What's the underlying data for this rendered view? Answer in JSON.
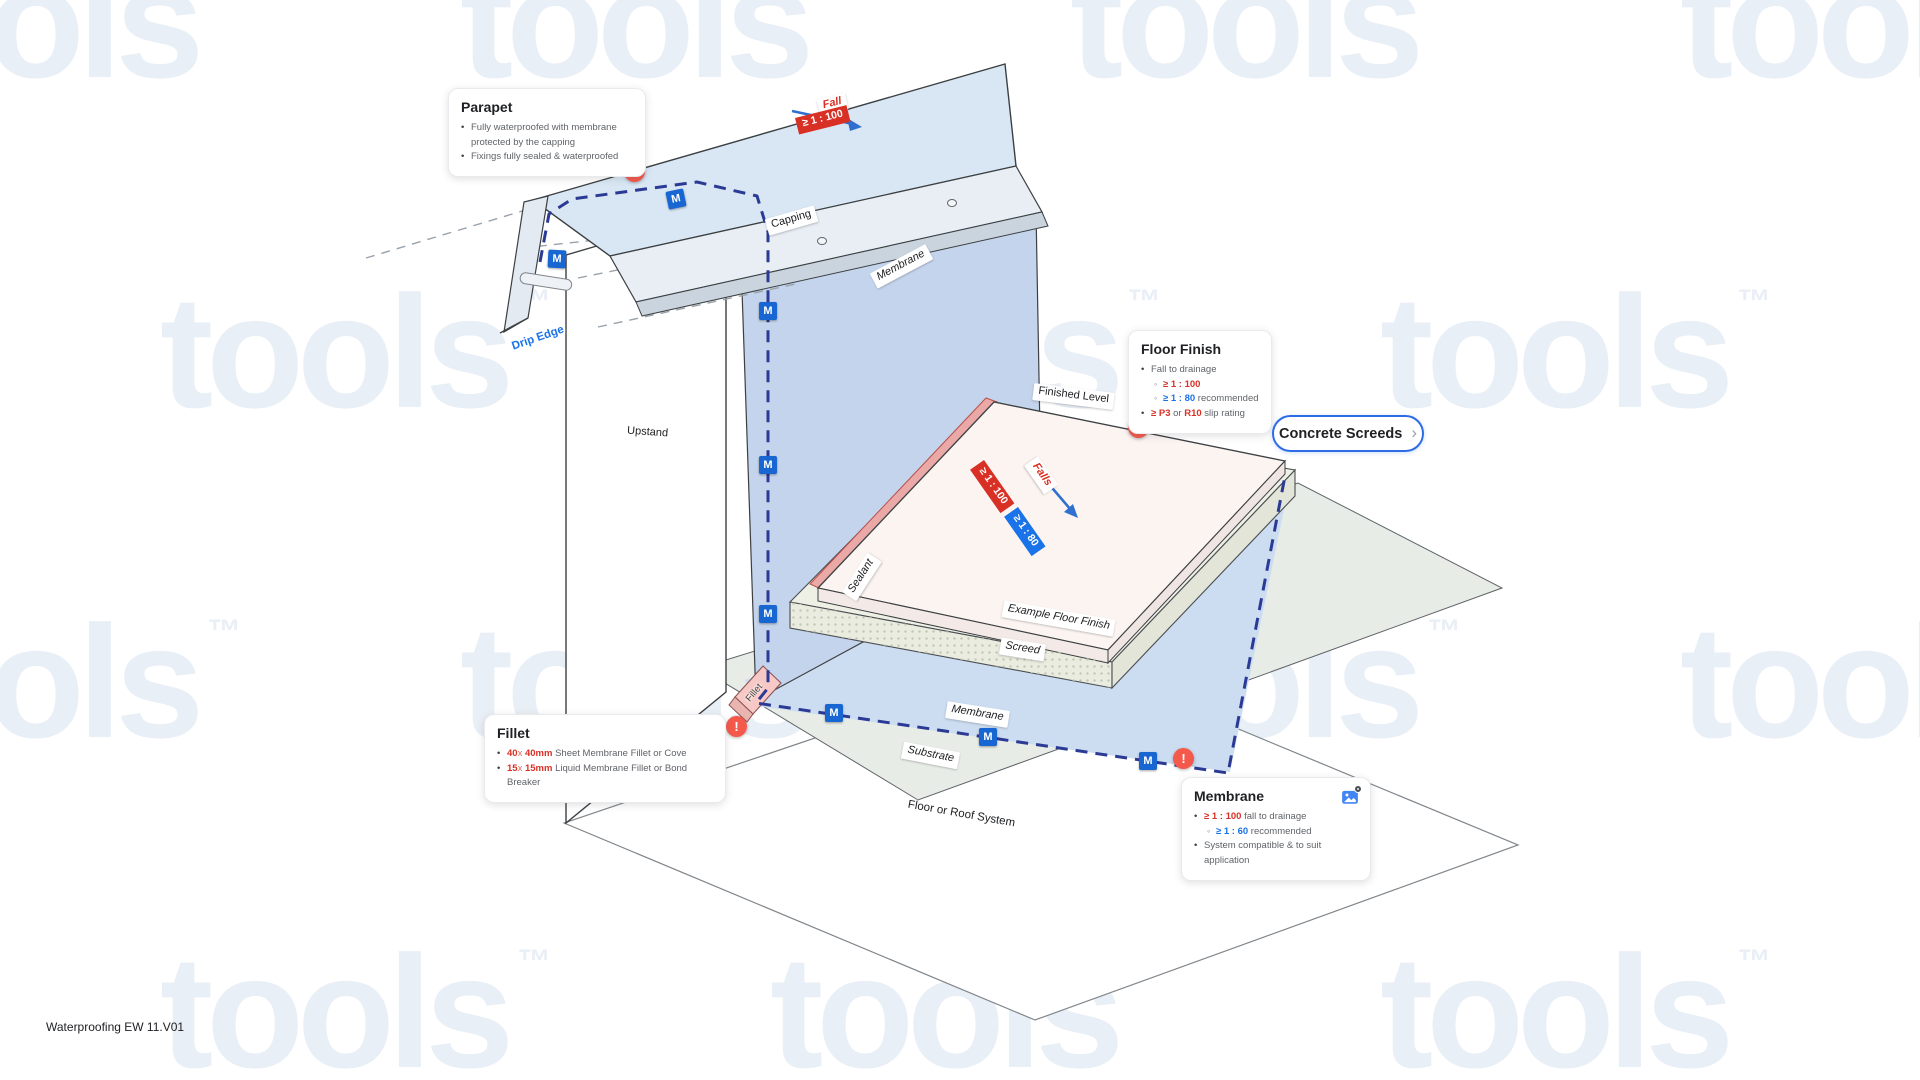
{
  "title_block": {
    "version_label": "Waterproofing EW 11.V01"
  },
  "watermark": {
    "text": "tools",
    "tm": "™"
  },
  "labels": {
    "fall": "Fall",
    "fall_ratio": "≥ 1 : 100",
    "capping": "Capping",
    "membrane_wall": "Membrane",
    "drip_edge": "Drip Edge",
    "upstand": "Upstand",
    "finished_level": "Finished Level",
    "falls": "Falls",
    "falls_ratio_primary": "≥ 1 : 100",
    "falls_ratio_secondary": "≥ 1 : 80",
    "sealant": "Sealant",
    "example_floor_finish": "Example Floor Finish",
    "screed": "Screed",
    "membrane_floor": "Membrane",
    "substrate": "Substrate",
    "floor_or_roof_system": "Floor or Roof System",
    "fillet_wedge": "Fillet",
    "marker": "M",
    "alert": "!"
  },
  "callouts": {
    "parapet": {
      "title": "Parapet",
      "bullet_1": "Fully waterproofed with membrane protected by the capping",
      "bullet_2": "Fixings fully sealed & waterproofed"
    },
    "floor_finish": {
      "title": "Floor Finish",
      "bullet_1": "Fall to drainage",
      "sub_1": "≥ 1 : 100",
      "sub_2_value": "≥ 1 : 80",
      "sub_2_text": "recommended",
      "bullet_2_value_1": "≥ P3",
      "bullet_2_join": "or",
      "bullet_2_value_2": "R10",
      "bullet_2_text": "slip rating"
    },
    "fillet": {
      "title": "Fillet",
      "bullet_1_size_a": "40",
      "bullet_1_x": "x",
      "bullet_1_size_b": "40mm",
      "bullet_1_text": "Sheet Membrane Fillet or Cove",
      "bullet_2_size_a": "15",
      "bullet_2_x": "x",
      "bullet_2_size_b": "15mm",
      "bullet_2_text": "Liquid Membrane Fillet or Bond Breaker"
    },
    "membrane": {
      "title": "Membrane",
      "bullet_1_value": "≥ 1 : 100",
      "bullet_1_text": "fall to drainage",
      "sub_1_value": "≥ 1 : 60",
      "sub_1_text": "recommended",
      "bullet_2": "System compatible & to suit application"
    }
  },
  "actions": {
    "concrete_screeds_label": "Concrete Screeds",
    "concrete_screeds_chevron": "›"
  },
  "colors": {
    "accent_red": "#d93025",
    "accent_blue": "#1a73e8",
    "membrane_dash": "#2b3a94",
    "marker_blue": "#1766d1",
    "alert_red": "#f4594b",
    "button_border": "#2e6ce6",
    "capping_top": "#d9e7f4",
    "membrane_wall_face": "#c4d4ec",
    "membrane_floor_area": "#cdddf1",
    "sealant": "#eaa9a7",
    "fillet": "#f7c9c6",
    "screed": "#eef0e5",
    "substrate": "#e7ece6",
    "floor_finish": "#fcf4f1"
  }
}
